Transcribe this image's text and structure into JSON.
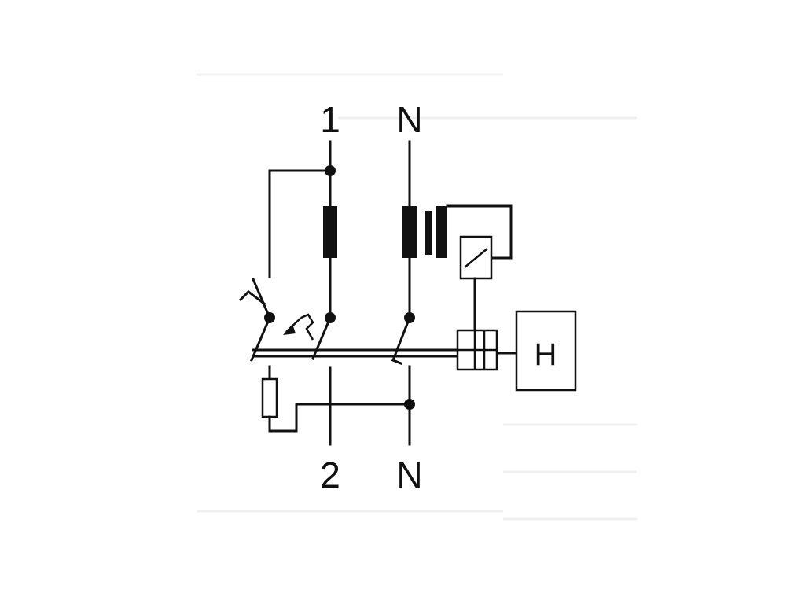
{
  "terminals": {
    "top_line": "1",
    "top_neutral": "N",
    "bottom_line": "2",
    "bottom_neutral": "N"
  },
  "device": {
    "box_label": "H"
  },
  "colors": {
    "ink": "#111111",
    "background": "#ffffff"
  }
}
